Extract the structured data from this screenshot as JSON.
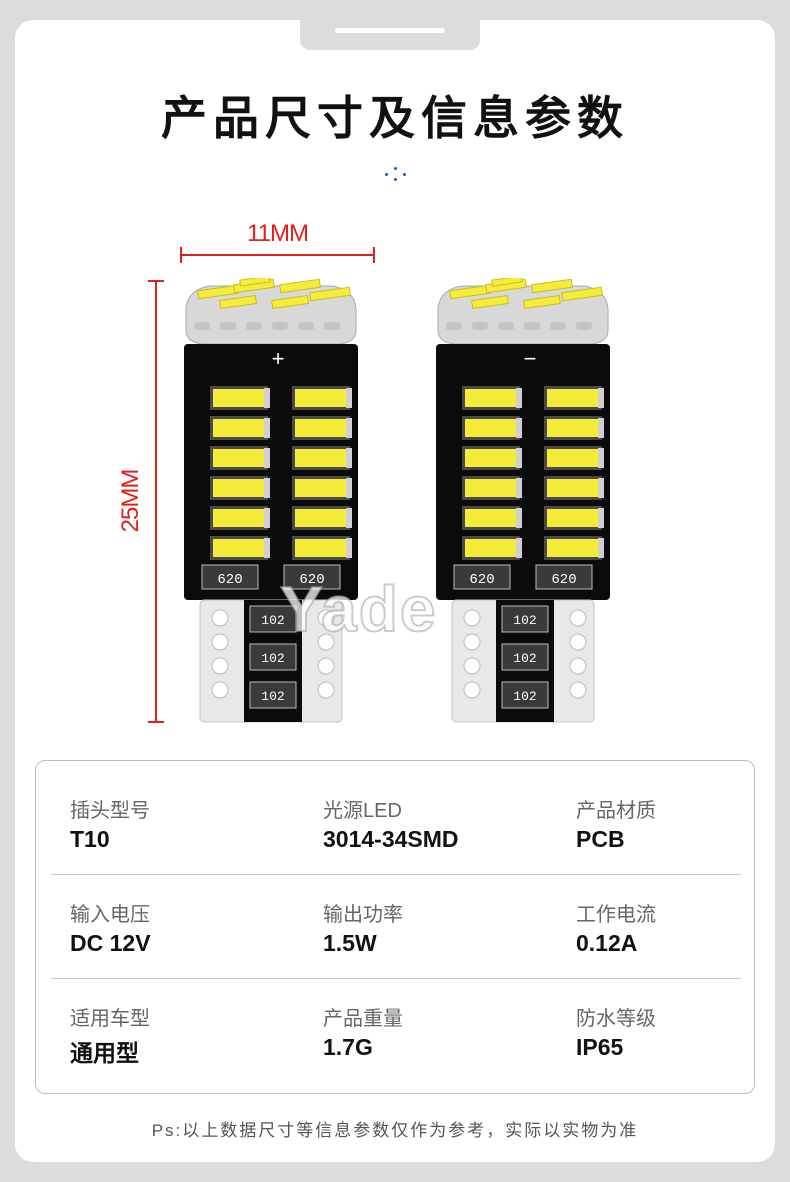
{
  "title": "产品尺寸及信息参数",
  "dimensions": {
    "width_label": "11MM",
    "height_label": "25MM"
  },
  "bulbs": {
    "left_polarity": "+",
    "right_polarity": "−",
    "resistor_top": "620",
    "resistor_bottom": "102"
  },
  "watermark": "Yade",
  "specs": [
    [
      {
        "label": "插头型号",
        "value": "T10"
      },
      {
        "label": "光源LED",
        "value": "3014-34SMD"
      },
      {
        "label": "产品材质",
        "value": "PCB"
      }
    ],
    [
      {
        "label": "输入电压",
        "value": "DC 12V"
      },
      {
        "label": "输出功率",
        "value": "1.5W"
      },
      {
        "label": "工作电流",
        "value": "0.12A"
      }
    ],
    [
      {
        "label": "适用车型",
        "value": "通用型"
      },
      {
        "label": "产品重量",
        "value": "1.7G"
      },
      {
        "label": "防水等级",
        "value": "IP65"
      }
    ]
  ],
  "note": "Ps:以上数据尺寸等信息参数仅作为参考，实际以实物为准",
  "colors": {
    "dimension": "#e0201b",
    "led": "#f5ec3a",
    "pcb": "#0b0b0b"
  }
}
